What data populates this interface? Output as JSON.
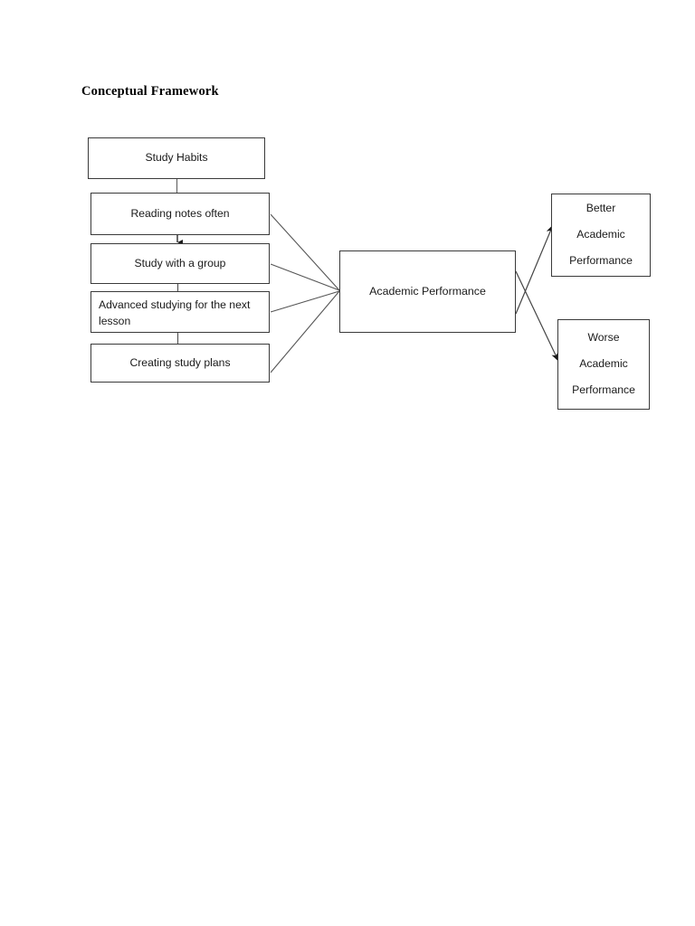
{
  "document": {
    "title": "Conceptual Framework"
  },
  "diagram": {
    "type": "flowchart",
    "inputs": [
      {
        "id": "study-habits",
        "label": "Study Habits"
      },
      {
        "id": "reading-notes",
        "label": "Reading notes often"
      },
      {
        "id": "study-group",
        "label": "Study with a group"
      },
      {
        "id": "advanced-studying",
        "label": "Advanced studying for the next lesson"
      },
      {
        "id": "creating-plans",
        "label": "Creating study plans"
      }
    ],
    "process": {
      "id": "academic-performance",
      "label": "Academic Performance"
    },
    "outcomes": [
      {
        "id": "better",
        "lines": [
          "Better",
          "Academic",
          "Performance"
        ]
      },
      {
        "id": "worse",
        "lines": [
          "Worse",
          "Academic",
          "Performance"
        ]
      }
    ],
    "colors": {
      "border": "#3a3a3a",
      "connector": "#555555",
      "text": "#1a1a1a",
      "background": "#ffffff"
    }
  }
}
